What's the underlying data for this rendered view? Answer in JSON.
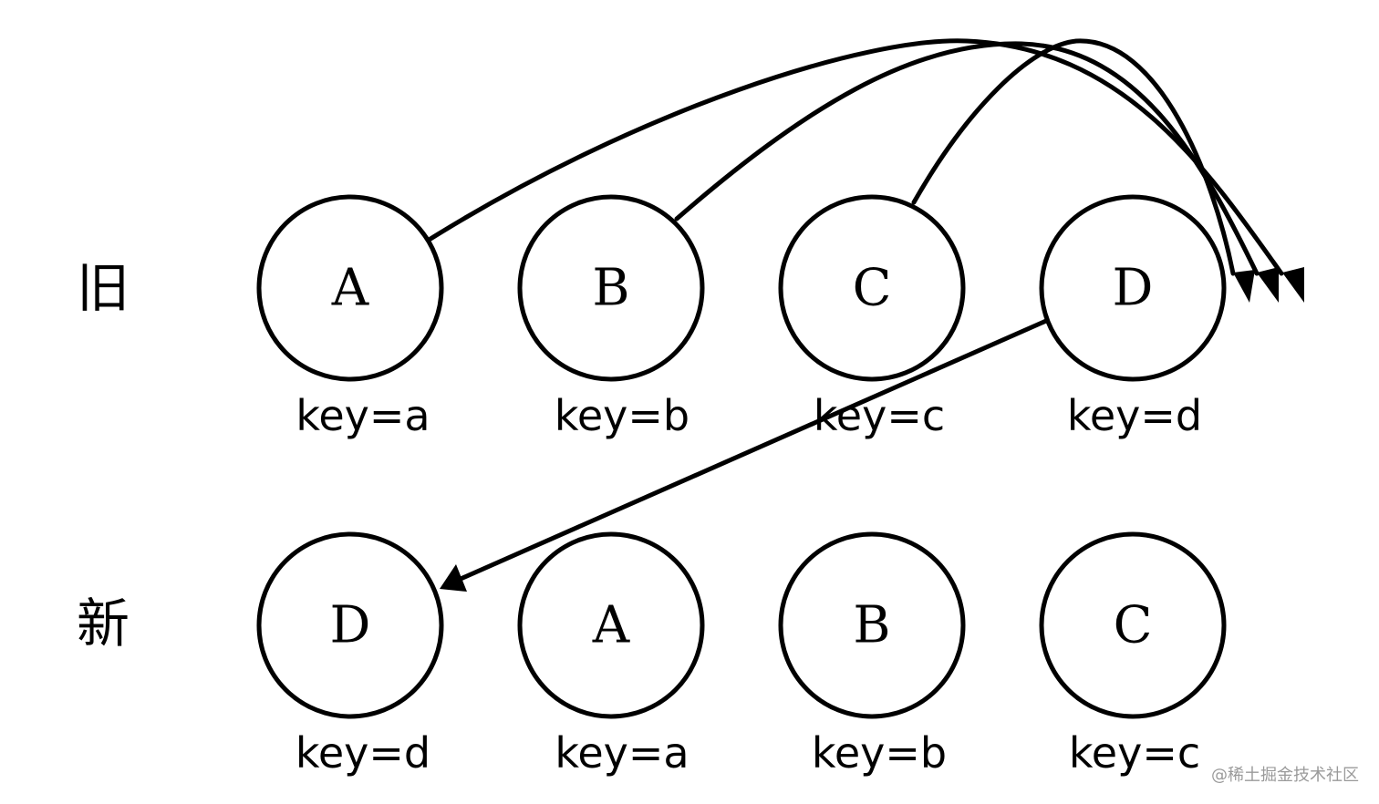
{
  "rows": {
    "old": {
      "label": "旧",
      "nodes": [
        {
          "letter": "A",
          "key": "key=a"
        },
        {
          "letter": "B",
          "key": "key=b"
        },
        {
          "letter": "C",
          "key": "key=c"
        },
        {
          "letter": "D",
          "key": "key=d"
        }
      ]
    },
    "new": {
      "label": "新",
      "nodes": [
        {
          "letter": "D",
          "key": "key=d"
        },
        {
          "letter": "A",
          "key": "key=a"
        },
        {
          "letter": "B",
          "key": "key=b"
        },
        {
          "letter": "C",
          "key": "key=c"
        }
      ]
    }
  },
  "moves": [
    {
      "from": "old.A",
      "to": "after-old.D"
    },
    {
      "from": "old.B",
      "to": "after-old.D"
    },
    {
      "from": "old.C",
      "to": "after-old.D"
    },
    {
      "from": "old.D",
      "to": "new.D"
    }
  ],
  "watermark": "@稀土掘金技术社区"
}
